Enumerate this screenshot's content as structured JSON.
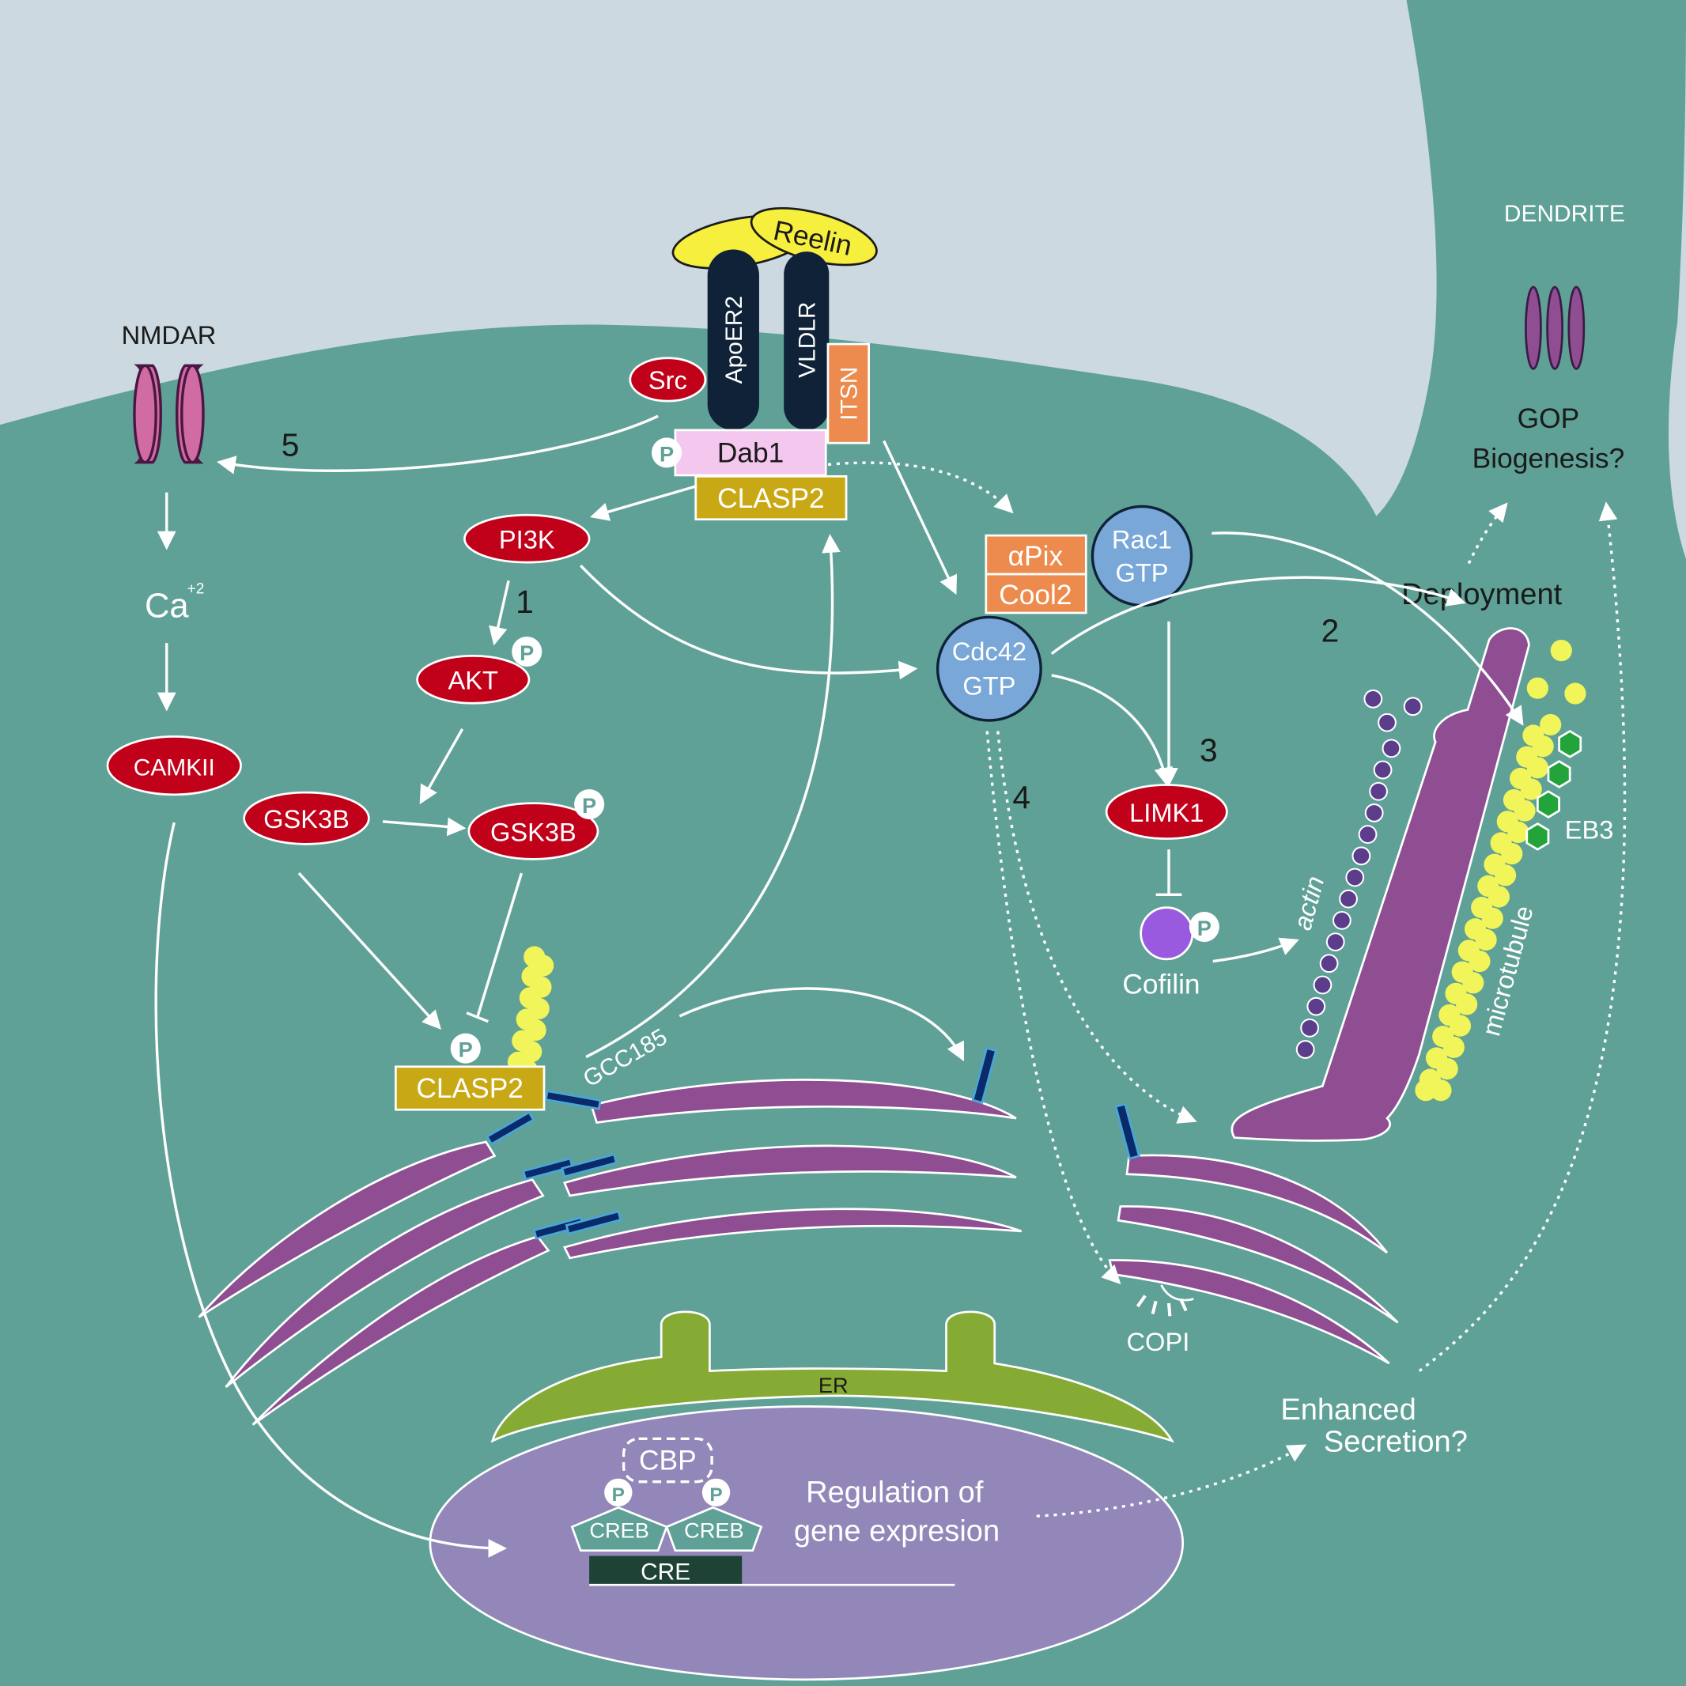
{
  "colors": {
    "extracellular": "#ccd9e0",
    "cytoplasm": "#5fa196",
    "golgi": "#8f4d92",
    "nucleus": "#9287b8",
    "er": "#86ab34",
    "red_protein": "#c1001a",
    "reelin": "#f6ef3d",
    "receptor": "#0f2238",
    "orange_box": "#ec8b4d",
    "clasp_box": "#c8a915",
    "dab1_box": "#f4c7ee",
    "gtpase": "#78a7d8",
    "microtubule": "#f1f55a",
    "actin": "#5c3d8c",
    "eb3": "#22a43a",
    "golgin": "#0a2a6a",
    "golgin_edge": "#4aa6d8",
    "cofilin": "#9a5ae0",
    "cre_box": "#1f4237"
  },
  "labels": {
    "dendrite": "DENDRITE",
    "gop": "GOP",
    "biogenesis": "Biogenesis?",
    "nmdar": "NMDAR",
    "reelin": "Reelin",
    "apoer2": "ApoER2",
    "vldlr": "VLDLR",
    "itsn": "ITSN",
    "src": "Src",
    "dab1": "Dab1",
    "clasp2_top": "CLASP2",
    "clasp2_bottom": "CLASP2",
    "pi3k": "PI3K",
    "akt": "AKT",
    "gsk3b_1": "GSK3B",
    "gsk3b_2": "GSK3B",
    "camkii": "CAMKII",
    "ca": "Ca",
    "ca_sup": "+2",
    "apix": "αPix",
    "cool2": "Cool2",
    "rac1_line1": "Rac1",
    "rac1_line2": "GTP",
    "cdc42_line1": "Cdc42",
    "cdc42_line2": "GTP",
    "limk1": "LIMK1",
    "cofilin": "Cofilin",
    "actin": "actin",
    "microtubule": "microtubule",
    "eb3": "EB3",
    "deployment": "Deployment",
    "gcc185": "GCC185",
    "copi": "COPI",
    "er": "ER",
    "cbp": "CBP",
    "creb_1": "CREB",
    "creb_2": "CREB",
    "cre": "CRE",
    "regulation_line1": "Regulation of",
    "regulation_line2": "gene expresion",
    "enhanced_line1": "Enhanced",
    "enhanced_line2": "Secretion?",
    "phospho": "P",
    "step1": "1",
    "step2": "2",
    "step3": "3",
    "step4": "4",
    "step5": "5"
  }
}
